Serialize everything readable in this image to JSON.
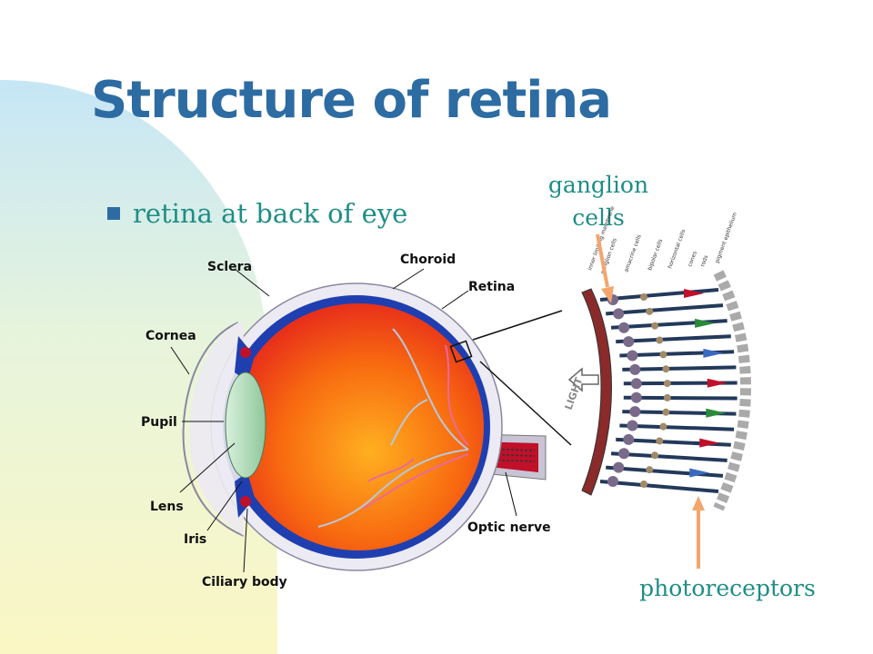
{
  "title": "Structure of retina",
  "bullet": "retina at back of eye",
  "callouts": {
    "ganglion_line1": "ganglion",
    "ganglion_line2": "cells",
    "photoreceptors": "photoreceptors"
  },
  "eye_labels": {
    "sclera": "Sclera",
    "choroid": "Choroid",
    "retina": "Retina",
    "cornea": "Cornea",
    "pupil": "Pupil",
    "lens": "Lens",
    "iris": "Iris",
    "ciliary_body": "Ciliary body",
    "optic_nerve": "Optic nerve"
  },
  "retina_layer_labels": [
    "inner limiting membrane",
    "ganglion cells",
    "amacrine cells",
    "bipolar cells",
    "horizontal cells",
    "cones",
    "rods",
    "pigment epithelium"
  ],
  "light_label": "LIGHT",
  "colors": {
    "title": "#2d6ca2",
    "teal_text": "#1f8e86",
    "arrow": "#f4a56c",
    "eye_interior": "#f05a1a",
    "choroid": "#1f3fb0"
  }
}
